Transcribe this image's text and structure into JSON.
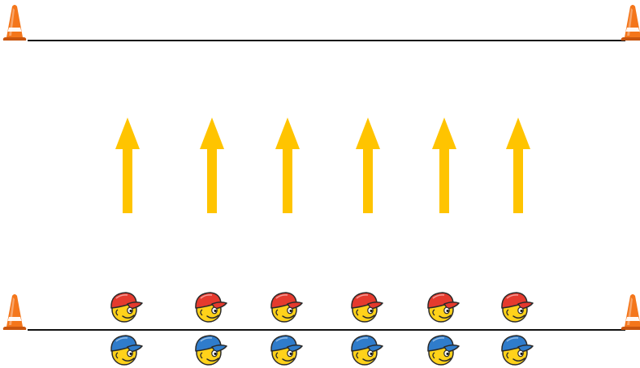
{
  "colors": {
    "background": "#ffffff",
    "line": "#111111",
    "arrow": "#FFC400",
    "cone_orange": "#F4761B",
    "cone_stripe": "#ffffff",
    "face": "#FFD21A",
    "cap_team_top": "#E53A2E",
    "cap_team_bottom": "#2F7CCB"
  },
  "icons": {
    "cone": "traffic-cone-icon",
    "arrow": "up-arrow-icon",
    "player": "player-with-cap-icon"
  },
  "diagram": {
    "arrow_direction": "up",
    "arrow_count": 6,
    "players_per_row": 6,
    "rows": [
      {
        "team": "top",
        "cap_color_key": "cap_team_top"
      },
      {
        "team": "bottom",
        "cap_color_key": "cap_team_bottom"
      }
    ],
    "lines": [
      "top-line",
      "bottom-line"
    ],
    "cones_per_line": 2
  }
}
